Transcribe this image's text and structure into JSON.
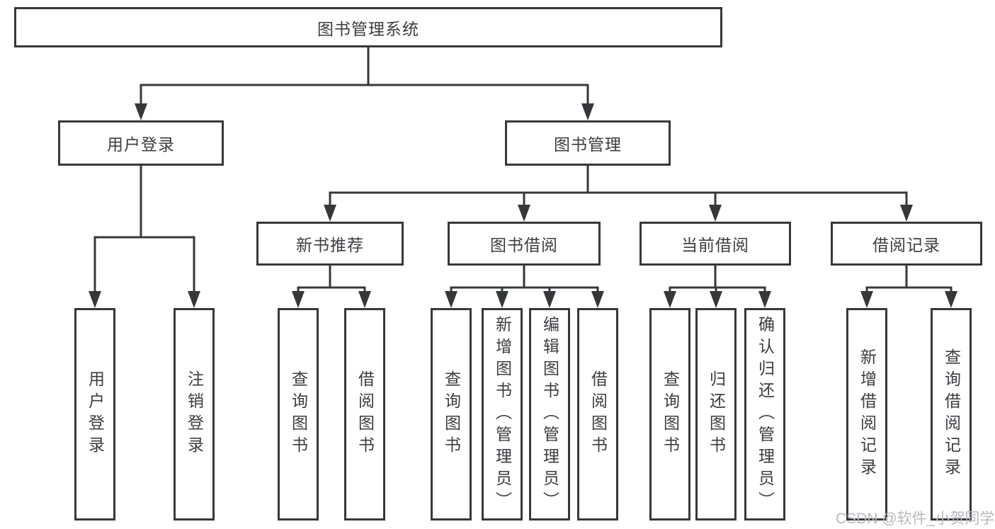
{
  "diagram": {
    "title": "图书管理系统",
    "nodes": {
      "root": "图书管理系统",
      "user_login": "用户登录",
      "book_management": "图书管理",
      "new_book_recommend": "新书推荐",
      "book_borrow": "图书借阅",
      "current_borrow": "当前借阅",
      "borrow_record": "借阅记录",
      "user_login_leaf": "用户登录",
      "logout_leaf": "注销登录",
      "nbr_query_books": "查询图书",
      "nbr_borrow_books": "借阅图书",
      "bb_query_books": "查询图书",
      "bb_add_books": "新增图书（管理员）",
      "bb_edit_books": "编辑图书（管理员）",
      "bb_borrow_books": "借阅图书",
      "cb_query_books": "查询图书",
      "cb_return_books": "归还图书",
      "cb_confirm_return": "确认归还（管理员）",
      "br_add_record": "新增借阅记录",
      "br_query_record": "查询借阅记录"
    },
    "hierarchy": {
      "图书管理系统": {
        "用户登录": [
          "用户登录",
          "注销登录"
        ],
        "图书管理": {
          "新书推荐": [
            "查询图书",
            "借阅图书"
          ],
          "图书借阅": [
            "查询图书",
            "新增图书（管理员）",
            "编辑图书（管理员）",
            "借阅图书"
          ],
          "当前借阅": [
            "查询图书",
            "归还图书",
            "确认归还（管理员）"
          ],
          "借阅记录": [
            "新增借阅记录",
            "查询借阅记录"
          ]
        }
      }
    },
    "colors": {
      "line": "#35383b",
      "box_border": "#35383b",
      "text": "#3a3d41",
      "background": "#ffffff",
      "watermark": "#b6b9bd"
    }
  },
  "watermark": {
    "text": "CSDN @软件_小贺同学"
  }
}
